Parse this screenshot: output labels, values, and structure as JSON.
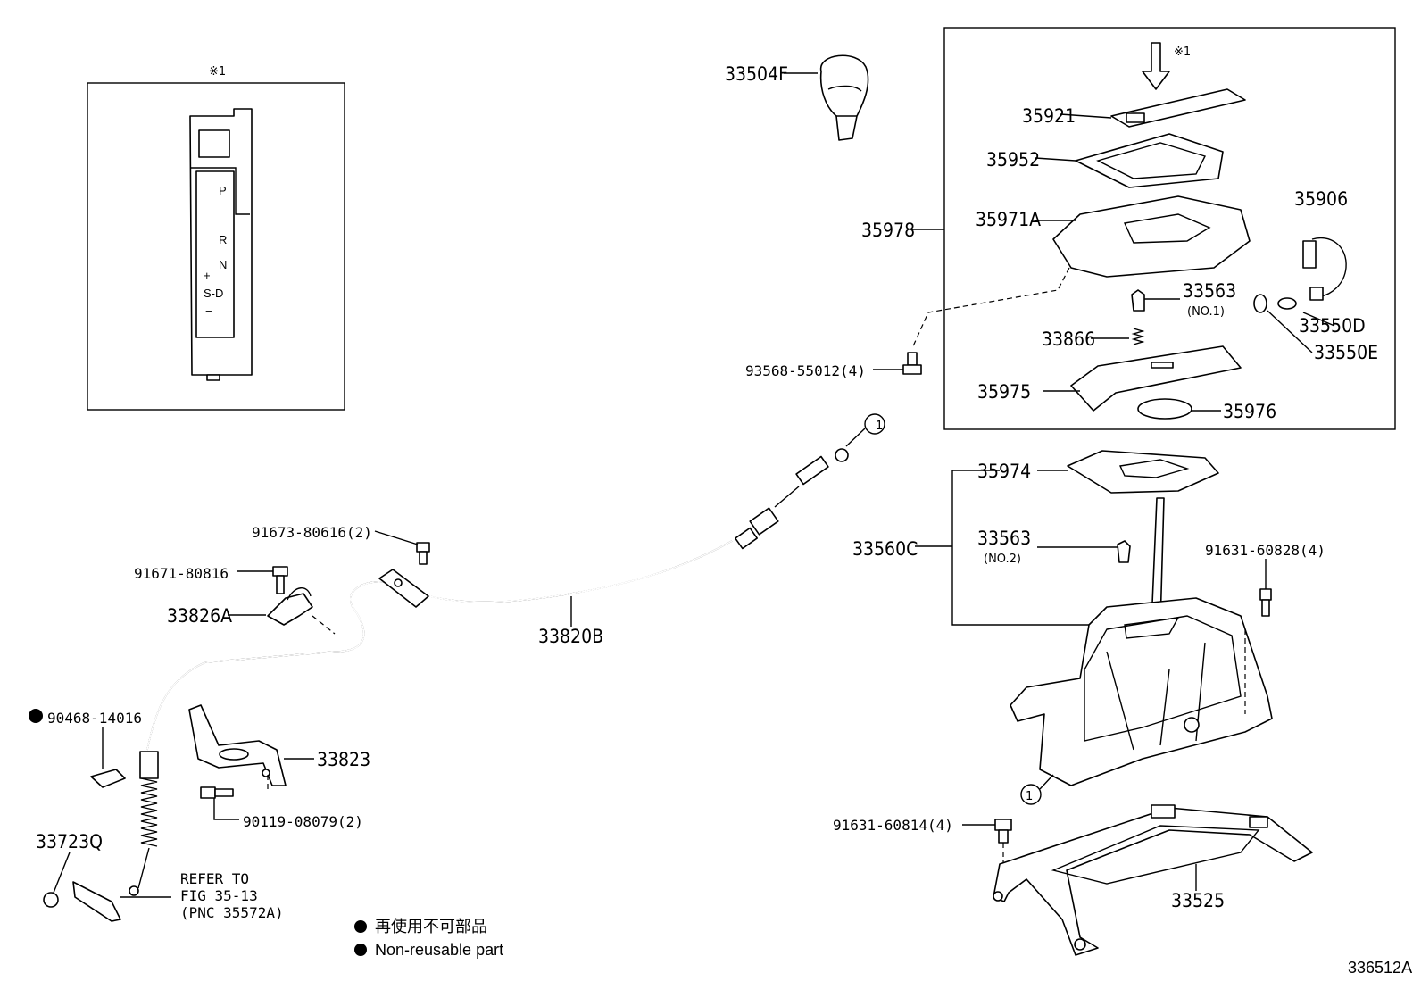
{
  "legend": {
    "jp": "再使用不可部品",
    "en": "Non-reusable part"
  },
  "figure_number": "336512A",
  "inset": {
    "note": "※1",
    "gears": {
      "p": "P",
      "r": "R",
      "n": "N",
      "plus": "+",
      "sd": "S-D",
      "minus": "−"
    }
  },
  "callout": "1",
  "group_note": "※1",
  "refer": {
    "line1": "REFER TO",
    "line2": "FIG 35-13",
    "line3": "(PNC 35572A)"
  },
  "parts": {
    "p33504F": "33504F",
    "p35921": "35921",
    "p35952": "35952",
    "p35971A": "35971A",
    "p35978": "35978",
    "p35906": "35906",
    "p33563_no1": "33563",
    "no1": "(NO.1)",
    "p33550D": "33550D",
    "p33550E": "33550E",
    "p33866": "33866",
    "p93568": "93568-55012(4)",
    "p35975": "35975",
    "p35976": "35976",
    "p35974": "35974",
    "p33560C": "33560C",
    "p33563_no2": "33563",
    "no2": "(NO.2)",
    "p91631_60828": "91631-60828(4)",
    "p91673": "91673-80616(2)",
    "p91671": "91671-80816",
    "p33826A": "33826A",
    "p33820B": "33820B",
    "p90468": "90468-14016",
    "p33823": "33823",
    "p90119": "90119-08079(2)",
    "p33723Q": "33723Q",
    "p91631_60814": "91631-60814(4)",
    "p33525": "33525"
  }
}
